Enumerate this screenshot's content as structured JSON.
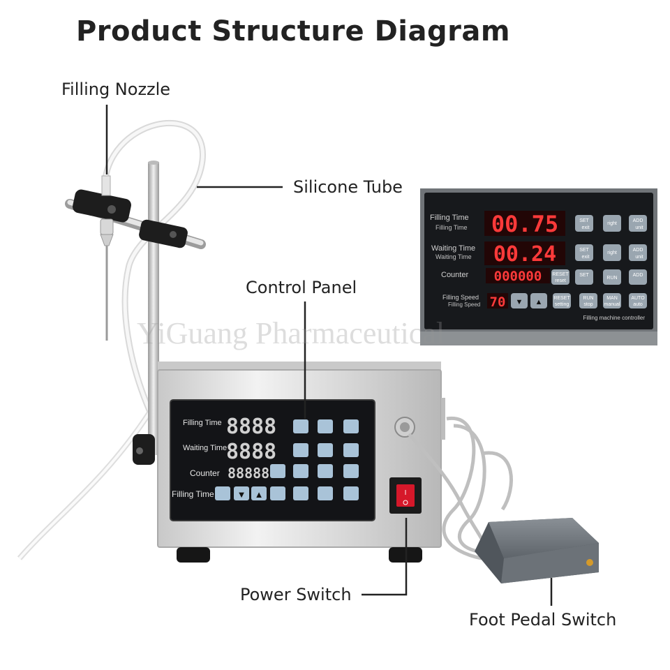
{
  "title": "Product Structure Diagram",
  "callouts": {
    "filling_nozzle": "Filling Nozzle",
    "silicone_tube": "Silicone Tube",
    "control_panel": "Control Panel",
    "power_switch": "Power Switch",
    "foot_pedal_switch": "Foot Pedal Switch"
  },
  "machine_panel": {
    "filling_time_label": "Filling Time",
    "filling_time_digits": "8888",
    "waiting_time_label": "Waiting Time",
    "waiting_time_digits": "8888",
    "counter_label": "Counter",
    "counter_digits": "88888",
    "bottom_row_label": "Filling Time",
    "down_arrow": "▼",
    "up_arrow": "▲"
  },
  "closeup_panel": {
    "filling_time_label": "Filling Time",
    "filling_time_sublabel": "Filling Time",
    "filling_time_value": "00.75",
    "waiting_time_label": "Waiting Time",
    "waiting_time_sublabel": "Waiting Time",
    "waiting_time_value": "00.24",
    "counter_label": "Counter",
    "counter_value": "000000",
    "filling_speed_label": "Filling Speed",
    "filling_speed_sublabel": "Filling Speed",
    "filling_speed_value": "70",
    "caption": "Filling machine controller",
    "buttons": {
      "set_1": "SET",
      "set_1_sub": "exit",
      "right_1": "right",
      "add_1": "ADD",
      "add_1_sub": "unit",
      "set_2": "SET",
      "set_2_sub": "exit",
      "right_2": "right",
      "add_2": "ADD",
      "add_2_sub": "unit",
      "reset_1": "RESET",
      "reset_1_sub": "reset",
      "set_3": "SET",
      "run_1": "RUN",
      "add_3": "ADD",
      "reset_2": "RESET",
      "reset_2_sub": "setting",
      "run_2": "RUN",
      "run_2_sub": "stop",
      "man": "MAN",
      "man_sub": "manual",
      "auto": "AUTO",
      "auto_sub": "auto"
    }
  },
  "watermark": "YiGuang Pharmaceutical"
}
